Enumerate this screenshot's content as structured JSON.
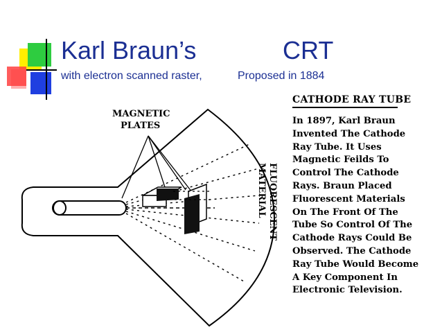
{
  "slide": {
    "title_left": "Karl Braun’s",
    "title_right": "CRT",
    "subtitle_left": "with electron scanned raster,",
    "subtitle_right": "Proposed in 1884",
    "title_color": "#1b2f93"
  },
  "figure": {
    "heading": "CATHODE RAY TUBE",
    "body_lines": [
      "In 1897, Karl Braun",
      "Invented The Cathode",
      "Ray Tube. It Uses",
      "Magnetic Feilds To",
      "Control The Cathode",
      "Rays. Braun Placed",
      "Fluorescent Materials",
      "On The Front Of The",
      "Tube So Control Of The",
      "Cathode Rays Could Be",
      "Observed. The Cathode",
      "Ray Tube Would Become",
      "A Key Component In",
      "Electronic Television."
    ],
    "label_magnetic_1": "MAGNETIC",
    "label_magnetic_2": "PLATES",
    "label_fluor_1": "FLUORESCENT",
    "label_fluor_2": "MATERIAL"
  },
  "decoration_colors": [
    "#ffee00",
    "#2ecc40",
    "#ff4040",
    "#ffb0b0",
    "#1f3fe0"
  ]
}
